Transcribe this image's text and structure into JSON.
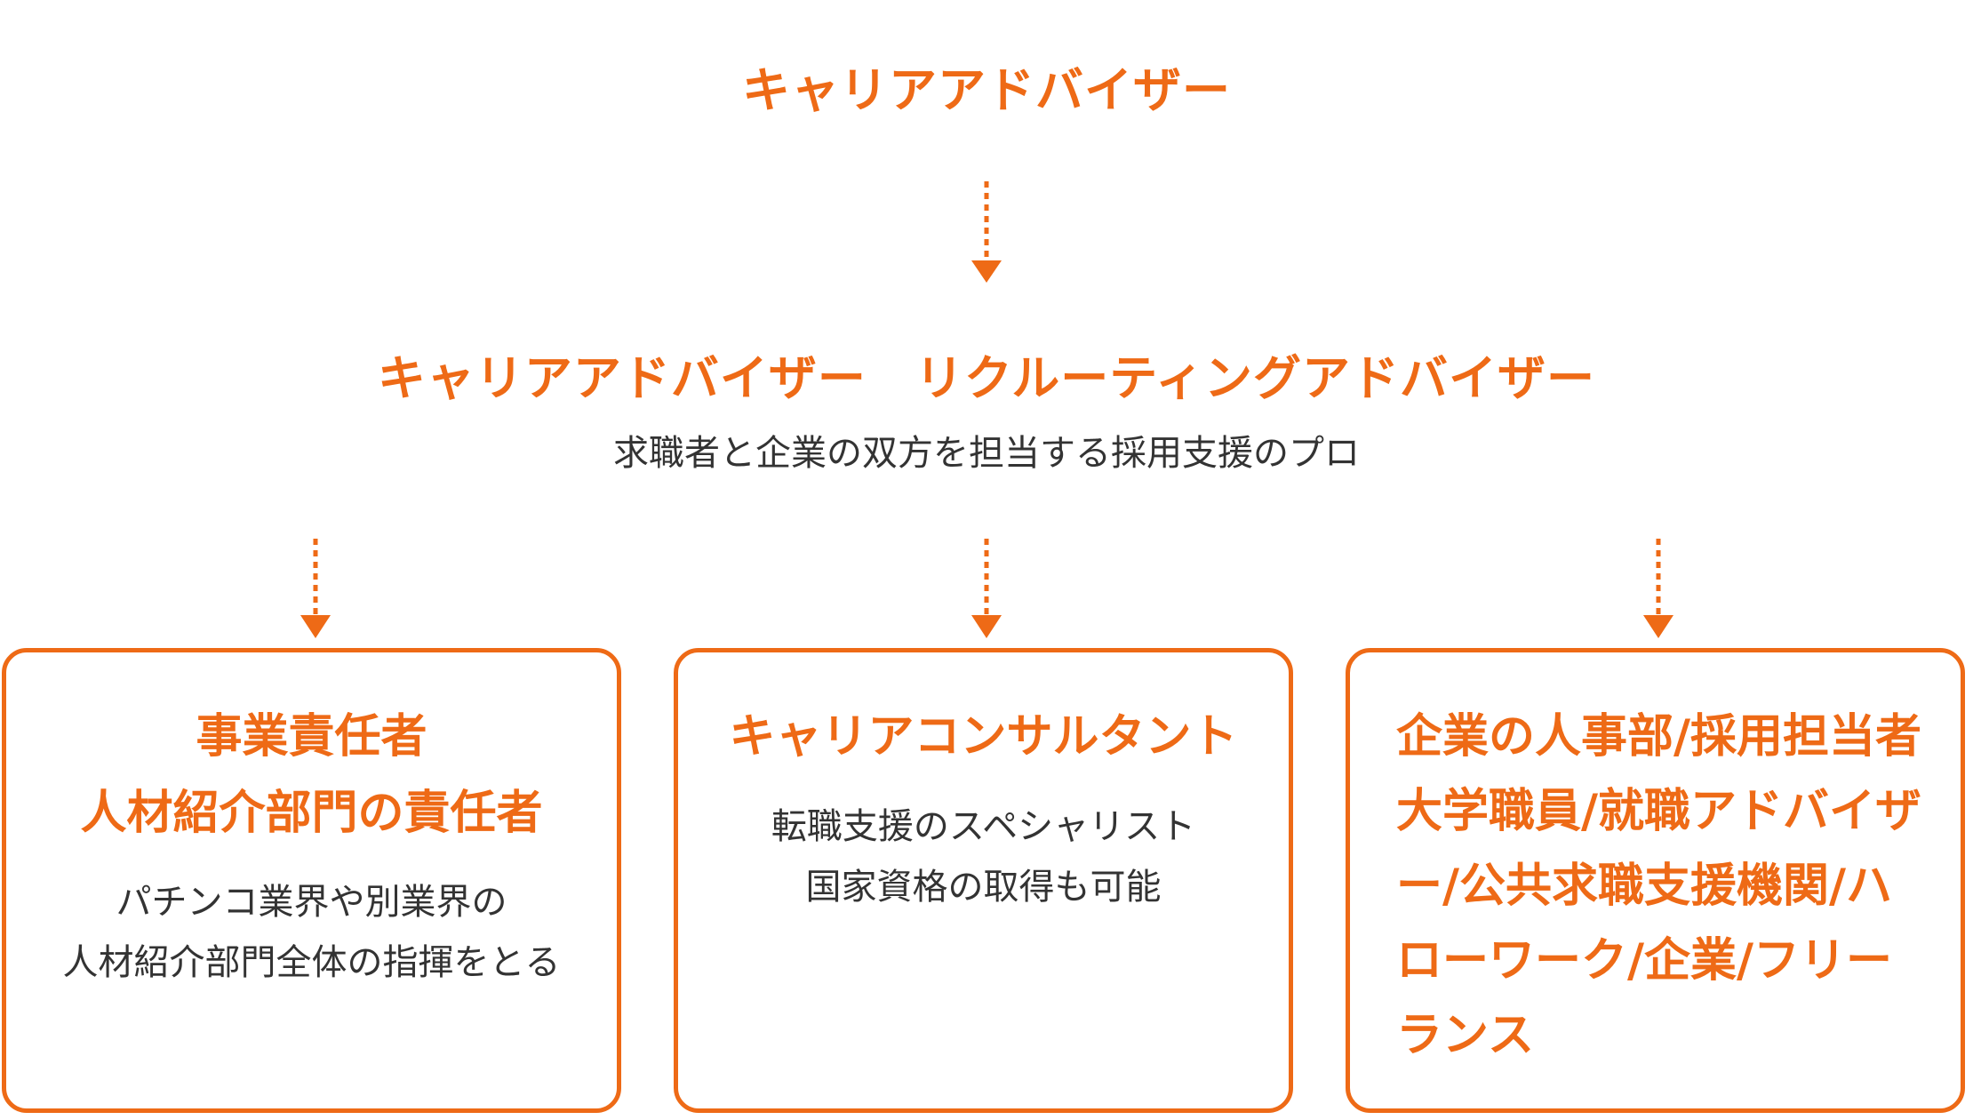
{
  "colors": {
    "accent": "#ee6a16",
    "body_text": "#333333",
    "background": "#ffffff"
  },
  "top_title": "キャリアアドバイザー",
  "main": {
    "title": "キャリアアドバイザー　リクルーティングアドバイザー",
    "subtitle": "求職者と企業の双方を担当する採用支援のプロ"
  },
  "boxes": [
    {
      "title_lines": [
        "事業責任者",
        "人材紹介部門の責任者"
      ],
      "text_lines": [
        "パチンコ業界や別業界の",
        "人材紹介部門全体の指揮をとる"
      ]
    },
    {
      "title_lines": [
        "キャリアコンサルタント"
      ],
      "text_lines": [
        "転職支援のスペシャリスト",
        "国家資格の取得も可能"
      ]
    },
    {
      "title": "企業の人事部/採用担当者大学職員/就職アドバイザー/公共求職支援機関/ハローワーク/企業/フリーランス"
    }
  ]
}
